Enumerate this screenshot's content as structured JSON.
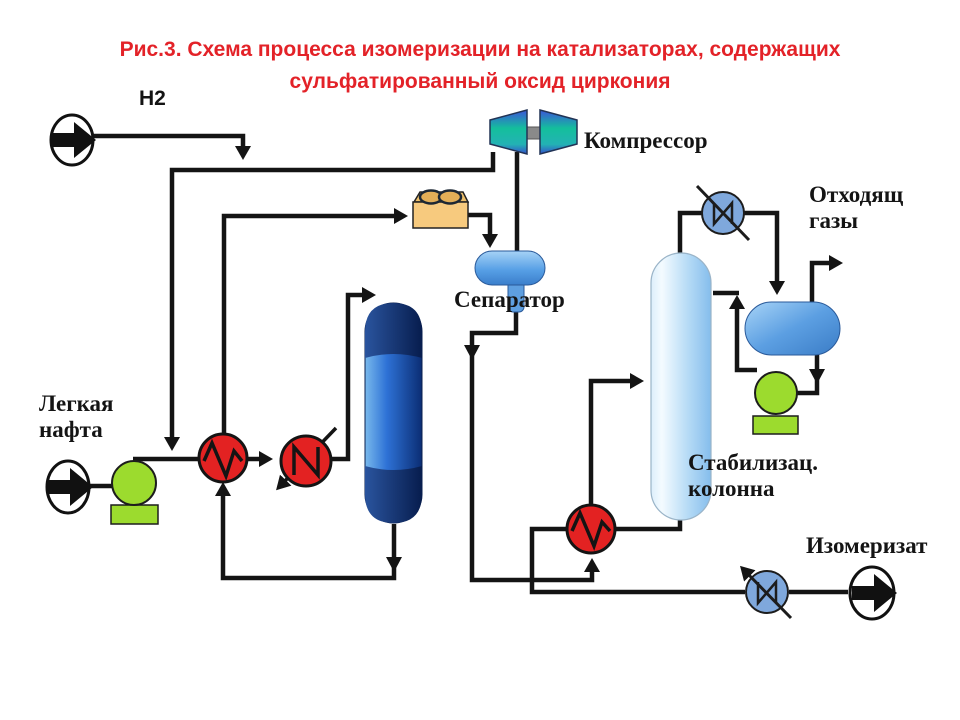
{
  "figure": {
    "title": "Рис.3. Схема процесса изомеризации на катализаторах, содержащих\nсульфатированный оксид циркония",
    "title_color": "#e32228"
  },
  "labels": {
    "h2": "Н2",
    "compressor": "Компрессор",
    "separator": "Сепаратор",
    "offgas": "Отходящ\nгазы",
    "light_naphtha": "Легкая\nнафта",
    "stabilizer_column": "Стабилизац.\nколонна",
    "isomerizate": "Изомеризат"
  },
  "equipment": [
    {
      "name": "h2-inlet-symbol",
      "type": "stream inlet arrow"
    },
    {
      "name": "light-naphtha-inlet-symbol",
      "type": "stream inlet arrow"
    },
    {
      "name": "naphtha-feed-pump",
      "type": "pump",
      "color": "#9cdb2e"
    },
    {
      "name": "feed-effluent-exchanger",
      "type": "heat exchanger",
      "color": "#e32222"
    },
    {
      "name": "feed-heater-exchanger",
      "type": "heat exchanger",
      "color": "#e32222"
    },
    {
      "name": "isomerization-reactor",
      "type": "reactor column",
      "color": "#1d5ec9"
    },
    {
      "name": "dryer-vessel",
      "type": "adsorber/dryer",
      "color": "#f7ca7e"
    },
    {
      "name": "recycle-compressor",
      "type": "compressor",
      "color": "#14bf9c"
    },
    {
      "name": "separator-vessel",
      "type": "gas-liquid separator",
      "color": "#58a0e6"
    },
    {
      "name": "stabilizer-column",
      "type": "distillation column",
      "color": "#a8d2f3"
    },
    {
      "name": "overhead-condenser",
      "type": "cooler",
      "color": "#7fa8dc"
    },
    {
      "name": "reflux-drum",
      "type": "reflux drum",
      "color": "#5c9fe2"
    },
    {
      "name": "reflux-pump",
      "type": "pump",
      "color": "#9cdb2e"
    },
    {
      "name": "reboiler-exchanger",
      "type": "heat exchanger",
      "color": "#e32222"
    },
    {
      "name": "product-cooler",
      "type": "cooler",
      "color": "#7fa8dc"
    },
    {
      "name": "isomerizate-outlet-symbol",
      "type": "stream outlet arrow"
    }
  ],
  "colors": {
    "pipe": "#141414",
    "exchanger_red": "#e32222",
    "cooler_blue": "#7fa8dc",
    "pump_green": "#9cdb2e",
    "vessel_blue": "#4b8fd6",
    "compressor_teal": "#14bf9c",
    "compressor_blue": "#3a55d6",
    "dryer_tan": "#f7ca7e",
    "title_red": "#e32228"
  }
}
